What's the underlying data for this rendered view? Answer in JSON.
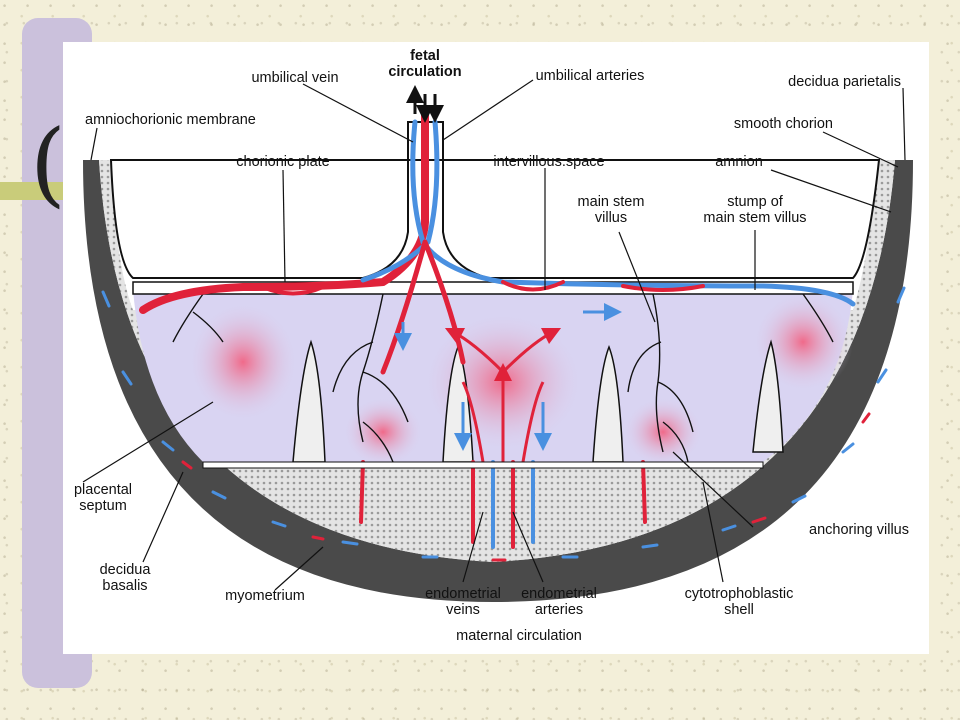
{
  "labels": {
    "fetal_circulation_1": "fetal",
    "fetal_circulation_2": "circulation",
    "umbilical_vein": "umbilical vein",
    "umbilical_arteries": "umbilical arteries",
    "decidua_parietalis": "decidua parietalis",
    "amniochorionic_membrane": "amniochorionic membrane",
    "smooth_chorion": "smooth chorion",
    "chorionic_plate": "chorionic plate",
    "intervillous_space": "intervillous.space",
    "amnion": "amnion",
    "main_stem_villus_1": "main stem",
    "main_stem_villus_2": "villus",
    "stump_1": "stump of",
    "stump_2": "main stem villus",
    "placental_septum_1": "placental",
    "placental_septum_2": "septum",
    "anchoring_villus": "anchoring villus",
    "decidua_basalis_1": "decidua",
    "decidua_basalis_2": "basalis",
    "myometrium": "myometrium",
    "endometrial_veins_1": "endometrial",
    "endometrial_veins_2": "veins",
    "endometrial_arteries_1": "endometrial",
    "endometrial_arteries_2": "arteries",
    "cytotrophoblastic_shell_1": "cytotrophoblastic",
    "cytotrophoblastic_shell_2": "shell",
    "maternal_circulation": "maternal circulation"
  },
  "colors": {
    "artery": "#e0223a",
    "vein": "#4a90e0",
    "intervillous": "#d9d4f2",
    "myometrium": "#4a4a4a",
    "decidua": "#c8c8c8",
    "slide_background": "#f3efd9",
    "side_bar": "#cbc1dc",
    "accent_line": "#c9cc7a"
  }
}
